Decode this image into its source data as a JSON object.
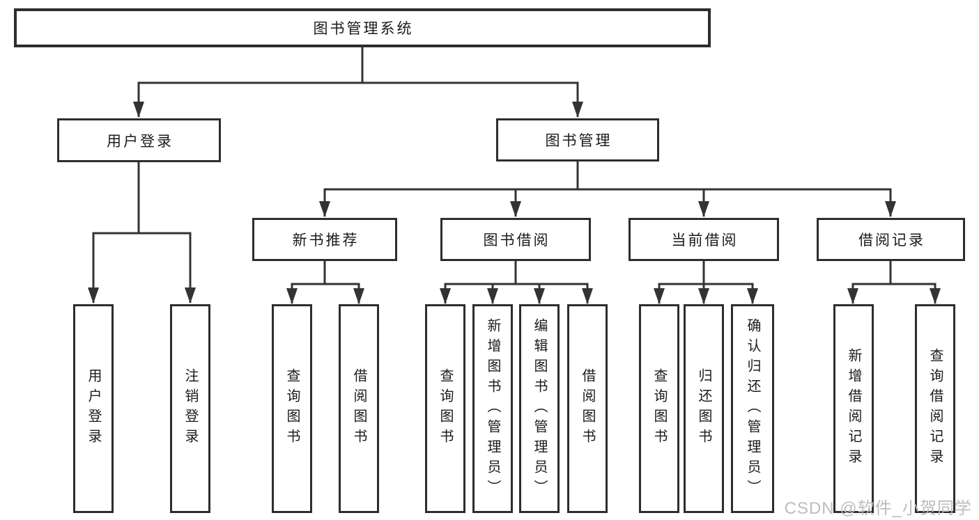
{
  "tree": {
    "label": "图书管理系统",
    "children": [
      {
        "label": "用户登录",
        "children": [
          {
            "label": "用户登录"
          },
          {
            "label": "注销登录"
          }
        ]
      },
      {
        "label": "图书管理",
        "children": [
          {
            "label": "新书推荐",
            "children": [
              {
                "label": "查询图书"
              },
              {
                "label": "借阅图书"
              }
            ]
          },
          {
            "label": "图书借阅",
            "children": [
              {
                "label": "查询图书"
              },
              {
                "label": "新增图书（管理员）"
              },
              {
                "label": "编辑图书（管理员）"
              },
              {
                "label": "借阅图书"
              }
            ]
          },
          {
            "label": "当前借阅",
            "children": [
              {
                "label": "查询图书"
              },
              {
                "label": "归还图书"
              },
              {
                "label": "确认归还（管理员）"
              }
            ]
          },
          {
            "label": "借阅记录",
            "children": [
              {
                "label": "新增借阅记录"
              },
              {
                "label": "查询借阅记录"
              }
            ]
          }
        ]
      }
    ]
  },
  "watermark": {
    "text": "CSDN @软件_小贺同学"
  },
  "colors": {
    "line": "#333333",
    "box_border": "#2d2d2d",
    "text": "#1b1b1b",
    "watermark": "#b9b9b9",
    "background": "#ffffff"
  }
}
